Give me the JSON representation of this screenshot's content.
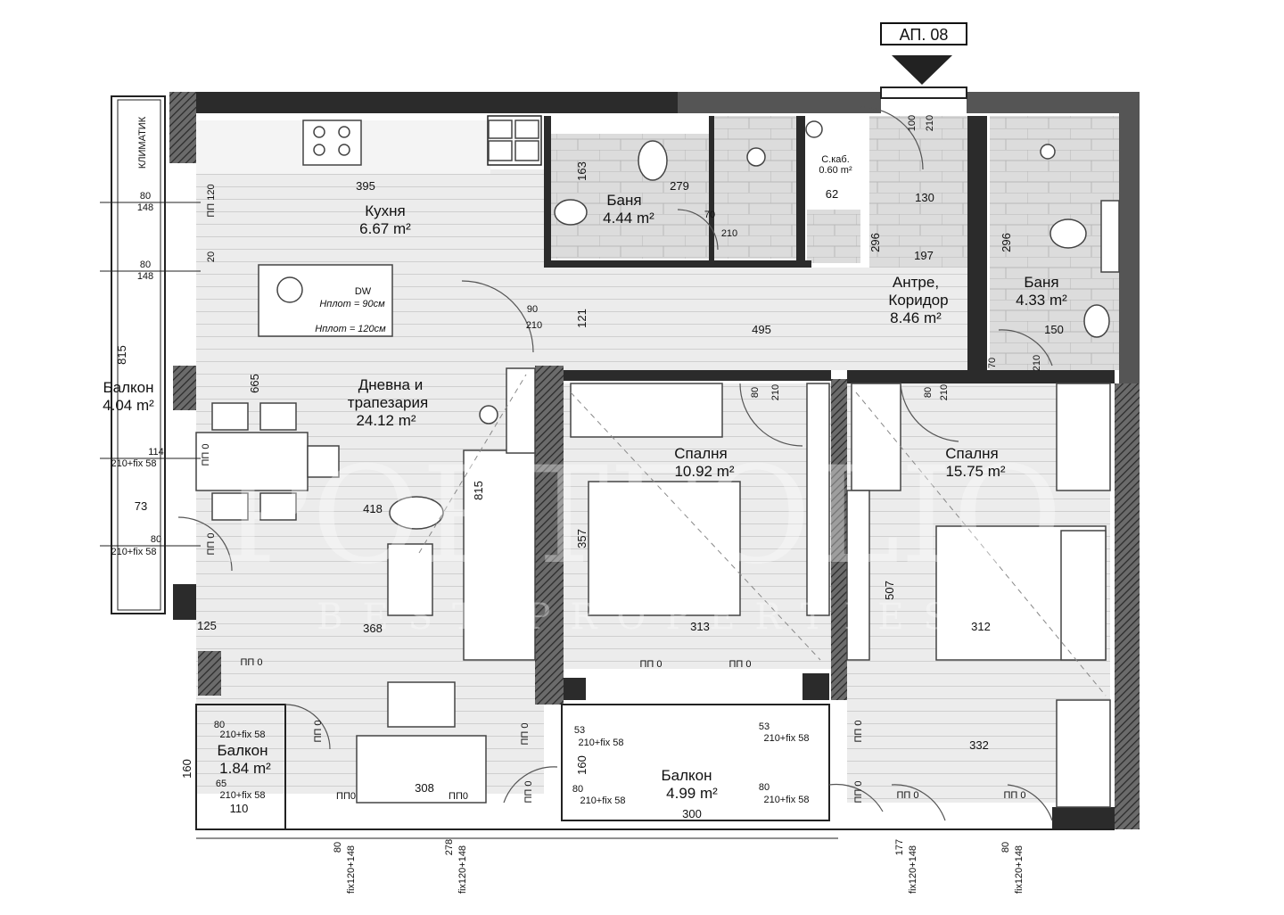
{
  "apartment_tag": "АП. 08",
  "rooms": {
    "kitchen": {
      "name": "Кухня",
      "area": "6.67 m²"
    },
    "bath1": {
      "name": "Баня",
      "area": "4.44 m²"
    },
    "storage": {
      "name": "С.каб.",
      "area": "0.60 m²"
    },
    "hall": {
      "name1": "Антре,",
      "name2": "Коридор",
      "area": "8.46 m²"
    },
    "bath2": {
      "name": "Баня",
      "area": "4.33 m²"
    },
    "living": {
      "name1": "Дневна и",
      "name2": "трапезария",
      "area": "24.12 m²"
    },
    "bedroom1": {
      "name": "Спалня",
      "area": "10.92 m²"
    },
    "bedroom2": {
      "name": "Спалня",
      "area": "15.75 m²"
    },
    "balcony_left": {
      "name": "Балкон",
      "area": "4.04 m²"
    },
    "balcony_small": {
      "name": "Балкон",
      "area": "1.84 m²"
    },
    "balcony_front": {
      "name": "Балкон",
      "area": "4.99 m²"
    }
  },
  "dimensions": {
    "d395": "395",
    "d279": "279",
    "d163": "163",
    "d130": "130",
    "d197": "197",
    "d296a": "296",
    "d296b": "296",
    "d150": "150",
    "d495": "495",
    "d121": "121",
    "d665": "665",
    "d815a": "815",
    "d815b": "815",
    "d418": "418",
    "d368": "368",
    "d313": "313",
    "d312": "312",
    "d507": "507",
    "d332": "332",
    "d308": "308",
    "d300": "300",
    "d110": "110",
    "d160a": "160",
    "d160b": "160",
    "d73": "73",
    "d62": "62",
    "d125": "125",
    "d357": "357"
  },
  "openings": {
    "w80_148a": "80",
    "w80_148a_h": "148",
    "w80_148b": "80",
    "w80_148b_h": "148",
    "w114": "114",
    "w114_h": "210+fix 58",
    "w80_fix": "80",
    "w80_fix_h": "210+fix 58",
    "d90": "90",
    "d90_h": "210",
    "d80a": "80",
    "d80a_h": "210",
    "d80b": "80",
    "d80b_h": "210",
    "d70a": "70",
    "d70a_h": "210",
    "d70b": "70",
    "d70b_h": "210",
    "d100": "100",
    "d100_h": "210",
    "bs80a": "80",
    "bs80a_h": "210+fix 58",
    "bs65": "65",
    "bs65_h": "210+fix 58",
    "bf53a": "53",
    "bf53a_h": "210+fix 58",
    "bf80a": "80",
    "bf80a_h": "210+fix 58",
    "bf53b": "53",
    "bf53b_h": "210+fix 58",
    "bf80b": "80",
    "bf80b_h": "210+fix 58",
    "bot80a": "80",
    "bot80a_h": "fix120+148",
    "bot278": "278",
    "bot278_h": "fix120+148",
    "bot177": "177",
    "bot177_h": "fix120+148",
    "bot80b": "80",
    "bot80b_h": "fix120+148"
  },
  "marks": {
    "pp0": "ПП 0",
    "pp0_alt": "ПП0",
    "dw": "DW",
    "h90": "Hплот = 90см",
    "h120": "Hплот = 120см",
    "klim": "КЛИМАТИК",
    "pp120": "ПП 120",
    "pp20": "20"
  },
  "watermark": {
    "brand": "PORTFOLIO",
    "tagline": "BEST PROPERTIES"
  }
}
